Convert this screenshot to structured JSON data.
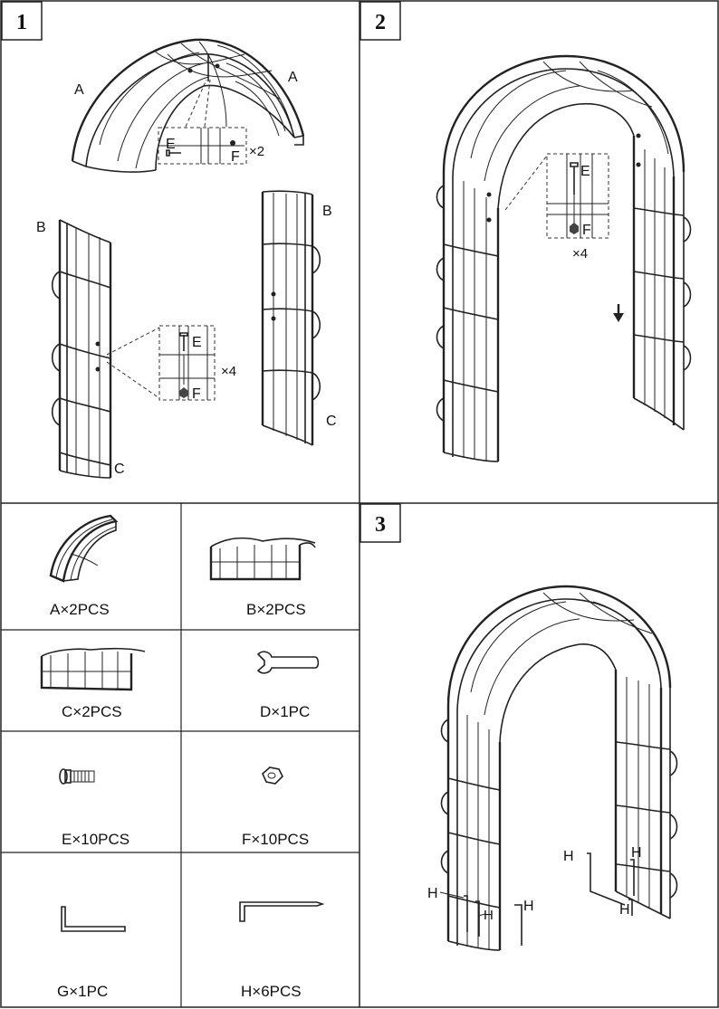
{
  "steps": [
    {
      "number": "1",
      "labels": {
        "a_left": "A",
        "a_right": "A",
        "b_left": "B",
        "b_right": "B",
        "c_left": "C",
        "c_right": "C"
      },
      "detail_top": {
        "bolt": "E",
        "nut": "F",
        "qty": "×2"
      },
      "detail_side": {
        "bolt": "E",
        "nut": "F",
        "qty": "×4"
      }
    },
    {
      "number": "2",
      "detail": {
        "bolt": "E",
        "nut": "F",
        "qty": "×4"
      }
    },
    {
      "number": "3",
      "hooks": [
        "H",
        "H",
        "H",
        "H",
        "H",
        "H"
      ]
    }
  ],
  "parts": [
    {
      "id": "A",
      "label": "A×2PCS",
      "icon": "arch-top-icon"
    },
    {
      "id": "B",
      "label": "B×2PCS",
      "icon": "side-panel-upper-icon"
    },
    {
      "id": "C",
      "label": "C×2PCS",
      "icon": "side-panel-lower-icon"
    },
    {
      "id": "D",
      "label": "D×1PC",
      "icon": "wrench-icon"
    },
    {
      "id": "E",
      "label": "E×10PCS",
      "icon": "bolt-icon"
    },
    {
      "id": "F",
      "label": "F×10PCS",
      "icon": "hex-nut-icon"
    },
    {
      "id": "G",
      "label": "G×1PC",
      "icon": "allen-key-icon"
    },
    {
      "id": "H",
      "label": "H×6PCS",
      "icon": "ground-stake-icon"
    }
  ]
}
